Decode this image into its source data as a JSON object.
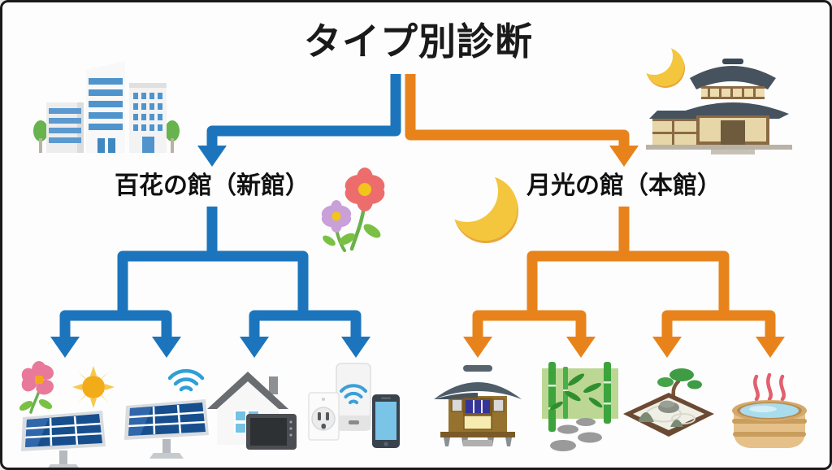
{
  "title": "タイプ別診断",
  "colors": {
    "blue": "#1c75bc",
    "orange": "#e8831c",
    "text": "#1a1a1a",
    "background": "#fdfdfd",
    "border": "#1a1a1a"
  },
  "branches": {
    "left": {
      "label": "百花の館（新館）",
      "color": "#1c75bc",
      "leaves": [
        {
          "icon": "flower-sun-solar-panel-icon"
        },
        {
          "icon": "wifi-solar-panel-icon"
        },
        {
          "icon": "smart-home-tablet-icon"
        },
        {
          "icon": "smart-outlet-router-phone-icon"
        }
      ]
    },
    "right": {
      "label": "月光の館（本館）",
      "color": "#e8831c",
      "leaves": [
        {
          "icon": "japanese-house-icon"
        },
        {
          "icon": "bamboo-garden-icon"
        },
        {
          "icon": "zen-garden-icon"
        },
        {
          "icon": "wooden-bath-icon"
        }
      ]
    }
  },
  "decorations": [
    {
      "icon": "city-buildings-icon"
    },
    {
      "icon": "crescent-moon-icon"
    },
    {
      "icon": "japanese-temple-icon"
    },
    {
      "icon": "flowers-icon"
    },
    {
      "icon": "crescent-moon-icon"
    }
  ]
}
